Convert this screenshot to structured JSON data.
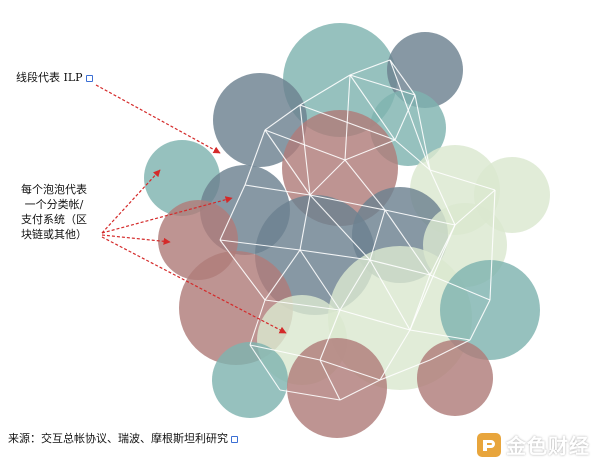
{
  "labels": {
    "segment": "线段代表 ILP",
    "bubble_lines": [
      "每个泡泡代表",
      "一个分类帐/",
      "支付系统（区",
      "块链或其他）"
    ],
    "source": "来源：交互总帐协议、瑞波、摩根斯坦利研究"
  },
  "watermark": {
    "text": "金色财经"
  },
  "colors": {
    "teal": "#7fb3b0",
    "slate": "#6d8190",
    "rose": "#b07c7a",
    "pale_green": "#dbe8d0",
    "arrow": "#d42a2a",
    "line": "#ffffff"
  },
  "icons": {
    "note": "note-icon",
    "logo": "logo-icon"
  }
}
